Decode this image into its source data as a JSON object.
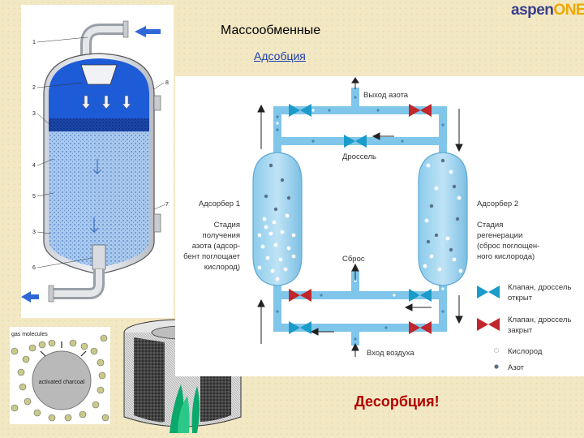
{
  "logo": {
    "aspen": "aspen",
    "one": "ONE"
  },
  "slide": {
    "title": "Массообменные",
    "subtitle": "Адсобция",
    "desorption": "Десорбция!"
  },
  "column_labels": [
    "1",
    "2",
    "3",
    "4",
    "5",
    "3",
    "6",
    "8",
    "7"
  ],
  "scheme": {
    "nitrogen_out": "Выход азота",
    "throttle": "Дроссель",
    "discharge": "Сброс",
    "air_in": "Вход воздуха",
    "adsorber1": {
      "name": "Адсорбер 1",
      "desc": [
        "Стадия",
        "получения",
        "азота (адсор-",
        "бент поглощает",
        "кислород)"
      ]
    },
    "adsorber2": {
      "name": "Адсорбер 2",
      "desc": [
        "Стадия",
        "регенерации",
        "(сброс поглощен-",
        "ного кислорода)"
      ]
    },
    "legend": {
      "valve_open": [
        "Клапан, дроссель",
        "открыт"
      ],
      "valve_closed": [
        "Клапан, дроссель",
        "закрыт"
      ],
      "oxygen": "Кислород",
      "nitrogen": "Азот"
    }
  },
  "molecule_panel": {
    "gas_label": "gas molecules",
    "carbon_label": "activated charcoal"
  },
  "colors": {
    "background": "#f3e8c4",
    "vessel_dark": "#1e5bd6",
    "vessel_light": "#a9c9ee",
    "scheme_pipe": "#7fc6ea",
    "valve_open": "#1a9bc9",
    "valve_closed": "#c0262c",
    "title_red": "#b00000"
  }
}
